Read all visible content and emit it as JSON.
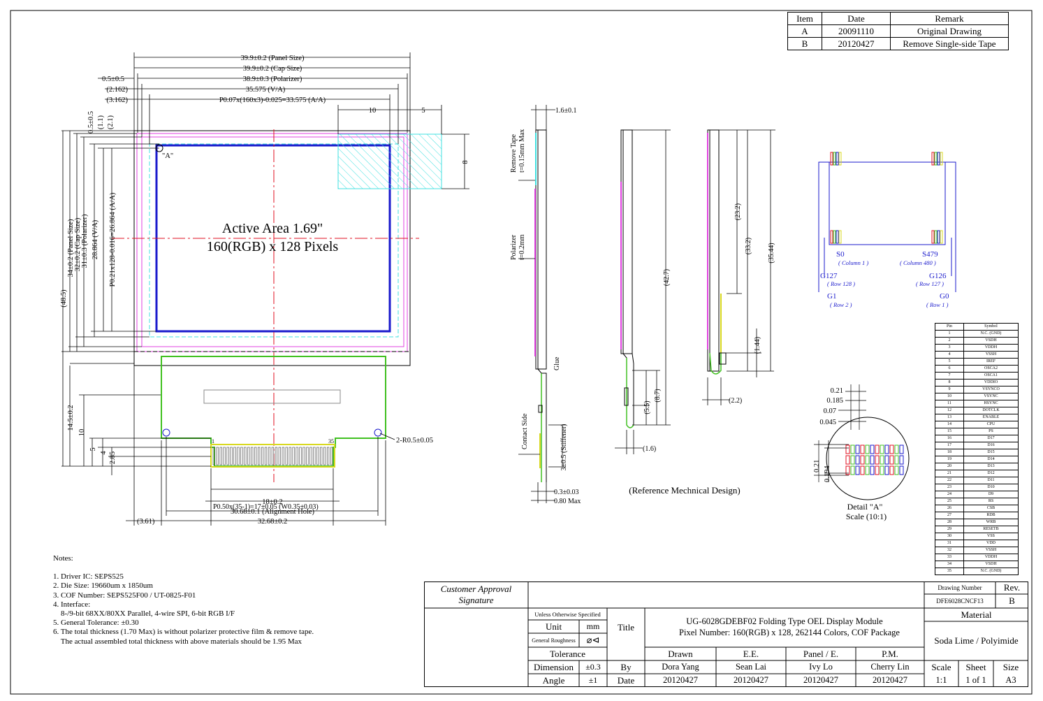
{
  "revision_table": {
    "headers": [
      "Item",
      "Date",
      "Remark"
    ],
    "rows": [
      [
        "A",
        "20091110",
        "Original Drawing"
      ],
      [
        "B",
        "20120427",
        "Remove Single-side Tape"
      ]
    ]
  },
  "front_view": {
    "dims_top": [
      "39.9±0.2 (Panel Size)",
      "39.9±0.2 (Cap Size)",
      "38.9±0.3 (Polarizer)",
      "0.5±0.5",
      "(2.162)",
      "35.575 (V/A)",
      "(3.162)",
      "P0.07x(160x3)-0.025=33.575 (A/A)",
      "10",
      "5"
    ],
    "dims_left_vertical": [
      "0.5±0.5",
      "(1.1)",
      "(2.1)",
      "(48.5)",
      "34±0.2 (Panel Size)",
      "32±0.2 (Cap Size)",
      "31±0.3 (Polarizer)",
      "28.864 (V/A)",
      "P0.21x128-0.016=26.864 (A/A)",
      "14.5±0.2",
      "10",
      "5",
      "4",
      "2.85"
    ],
    "dim_right": "8",
    "marker_a": "\"A\"",
    "active_area_line1": "Active Area 1.69\"",
    "active_area_line2": "160(RGB) x 128 Pixels",
    "pin_first": "1",
    "pin_last": "35",
    "dims_bottom": [
      "P0.50x(35-1)=17±0.05 (W0.35±0.03)",
      "18±0.2",
      "30.68±0.1 (Alignment Hole)",
      "(3.61)",
      "32.68±0.2"
    ],
    "hole_label": "2-R0.5±0.05"
  },
  "side_view": {
    "dim_top": "1.6±0.1",
    "remove_tape_label": "Remove Tape",
    "remove_tape_thickness": "t=0.15mm Max",
    "polarizer_label": "Polarizer",
    "polarizer_thickness": "t=0.2mm",
    "glue": "Glue",
    "stiffener": "3±0.5 (Stiffener)",
    "contact_side": "Contact Side",
    "dim_bottom_1": "0.3±0.03",
    "dim_bottom_2": "0.80 Max"
  },
  "fold_views": {
    "dims_a": [
      "(42.7)",
      "(5.5)",
      "(8.7)",
      "(1.6)"
    ],
    "dims_b": [
      "(23.2)",
      "(33.2)",
      "(35.44)",
      "(1.44)",
      "(2.2)"
    ],
    "caption": "(Reference Mechnical Design)"
  },
  "pin_map": {
    "top_left_label": "S0",
    "top_left_sub": "( Column 1 )",
    "top_right_label": "S479",
    "top_right_sub": "( Column 480 )",
    "mid_left_label": "G127",
    "mid_left_sub": "( Row 128 )",
    "mid_right_label": "G126",
    "mid_right_sub": "( Row 127 )",
    "bot_left_label": "G1",
    "bot_left_sub": "( Row 2 )",
    "bot_right_label": "G0",
    "bot_right_sub": "( Row 1 )"
  },
  "detail": {
    "dims": [
      "0.21",
      "0.185",
      "0.07",
      "0.045",
      "0.21",
      "0.194"
    ],
    "title": "Detail \"A\"",
    "scale": "Scale (10:1)"
  },
  "pin_table": {
    "headers": [
      "Pin",
      "Symbol"
    ],
    "rows": [
      [
        "1",
        "N.C. (GND)"
      ],
      [
        "2",
        "VSDH"
      ],
      [
        "3",
        "VDDH"
      ],
      [
        "4",
        "VSSH"
      ],
      [
        "5",
        "IREF"
      ],
      [
        "6",
        "OSCA2"
      ],
      [
        "7",
        "OSCA1"
      ],
      [
        "8",
        "VDDIO"
      ],
      [
        "9",
        "VSYNCO"
      ],
      [
        "10",
        "VSYNC"
      ],
      [
        "11",
        "HSYNC"
      ],
      [
        "12",
        "DOTCLK"
      ],
      [
        "13",
        "ENABLE"
      ],
      [
        "14",
        "CPU"
      ],
      [
        "15",
        "PS"
      ],
      [
        "16",
        "D17"
      ],
      [
        "17",
        "D16"
      ],
      [
        "18",
        "D15"
      ],
      [
        "19",
        "D14"
      ],
      [
        "20",
        "D13"
      ],
      [
        "21",
        "D12"
      ],
      [
        "22",
        "D11"
      ],
      [
        "23",
        "D10"
      ],
      [
        "24",
        "D9"
      ],
      [
        "25",
        "RS"
      ],
      [
        "26",
        "CSB"
      ],
      [
        "27",
        "RDB"
      ],
      [
        "28",
        "WRB"
      ],
      [
        "29",
        "RESETB"
      ],
      [
        "30",
        "VSS"
      ],
      [
        "31",
        "VDD"
      ],
      [
        "32",
        "VSSH"
      ],
      [
        "33",
        "VDDH"
      ],
      [
        "34",
        "VSDH"
      ],
      [
        "35",
        "N.C. (GND)"
      ]
    ]
  },
  "notes": {
    "title": "Notes:",
    "items": [
      "1. Driver IC: SEPS525",
      "2. Die Size: 19660um x 1850um",
      "3. COF Number: SEPS525F00 / UT-0825-F01",
      "4. Interface:",
      "    8-/9-bit 68XX/80XX Parallel, 4-wire SPI, 6-bit RGB I/F",
      "5. General Tolerance: ±0.30",
      "6. The total thickness (1.70 Max) is without polarizer protective film & remove tape.",
      "    The actual assembled total thickness with above materials should be 1.95 Max"
    ]
  },
  "title_block": {
    "customer_approval": "Customer Approval",
    "signature": "Signature",
    "unless_specified": "Unless Otherwise Specified",
    "unit_label": "Unit",
    "unit_value": "mm",
    "roughness_label": "General Roughness",
    "tolerance": "Tolerance",
    "dimension_label": "Dimension",
    "dimension_value": "±0.3",
    "angle_label": "Angle",
    "angle_value": "±1",
    "title_label": "Title",
    "title_line1": "UG-6028GDEBF02 Folding Type OEL Display Module",
    "title_line2": "Pixel Number: 160(RGB) x 128, 262144 Colors, COF Package",
    "by_label": "By",
    "date_label": "Date",
    "drawn_label": "Drawn",
    "drawn_name": "Dora Yang",
    "drawn_date": "20120427",
    "ee_label": "E.E.",
    "ee_name": "Sean Lai",
    "ee_date": "20120427",
    "panel_label": "Panel / E.",
    "panel_name": "Ivy Lo",
    "panel_date": "20120427",
    "pm_label": "P.M.",
    "pm_name": "Cherry Lin",
    "pm_date": "20120427",
    "drawing_number_label": "Drawing Number",
    "drawing_number": "DFE6028CNCF13",
    "rev_label": "Rev.",
    "rev_value": "B",
    "material_label": "Material",
    "material_value": "Soda Lime / Polyimide",
    "scale_label": "Scale",
    "scale_value": "1:1",
    "sheet_label": "Sheet",
    "sheet_value": "1 of 1",
    "size_label": "Size",
    "size_value": "A3"
  },
  "colors": {
    "magenta": "#e040e0",
    "cyan": "#40e0e0",
    "blue": "#1a1acc",
    "green": "#40c020",
    "red": "#e01020",
    "yellow": "#d8d820"
  }
}
